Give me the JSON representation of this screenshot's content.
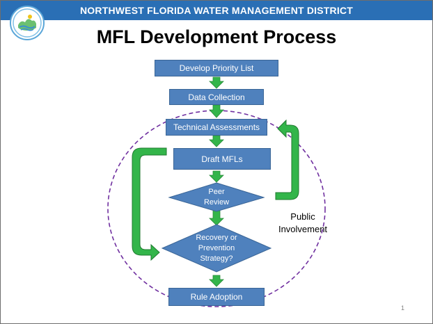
{
  "header": {
    "banner_text": "NORTHWEST FLORIDA WATER MANAGEMENT DISTRICT",
    "banner_color": "#2a6fb5",
    "logo_icon": "district-seal-icon"
  },
  "slide": {
    "title": "MFL Development Process",
    "page_number": "1"
  },
  "diagram": {
    "steps": {
      "develop_priority_list": "Develop Priority List",
      "data_collection": "Data Collection",
      "technical_assessments": "Technical Assessments",
      "draft_mfls": "Draft MFLs",
      "rule_adoption": "Rule Adoption"
    },
    "decisions": {
      "peer_review_line1": "Peer",
      "peer_review_line2": "Review",
      "strategy_line1": "Recovery or",
      "strategy_line2": "Prevention",
      "strategy_line3": "Strategy?"
    },
    "public_involvement_line1": "Public",
    "public_involvement_line2": "Involvement",
    "colors": {
      "box_fill": "#4f81bd",
      "arrow_fill": "#33b54a",
      "circle_stroke": "#7030a0"
    }
  }
}
